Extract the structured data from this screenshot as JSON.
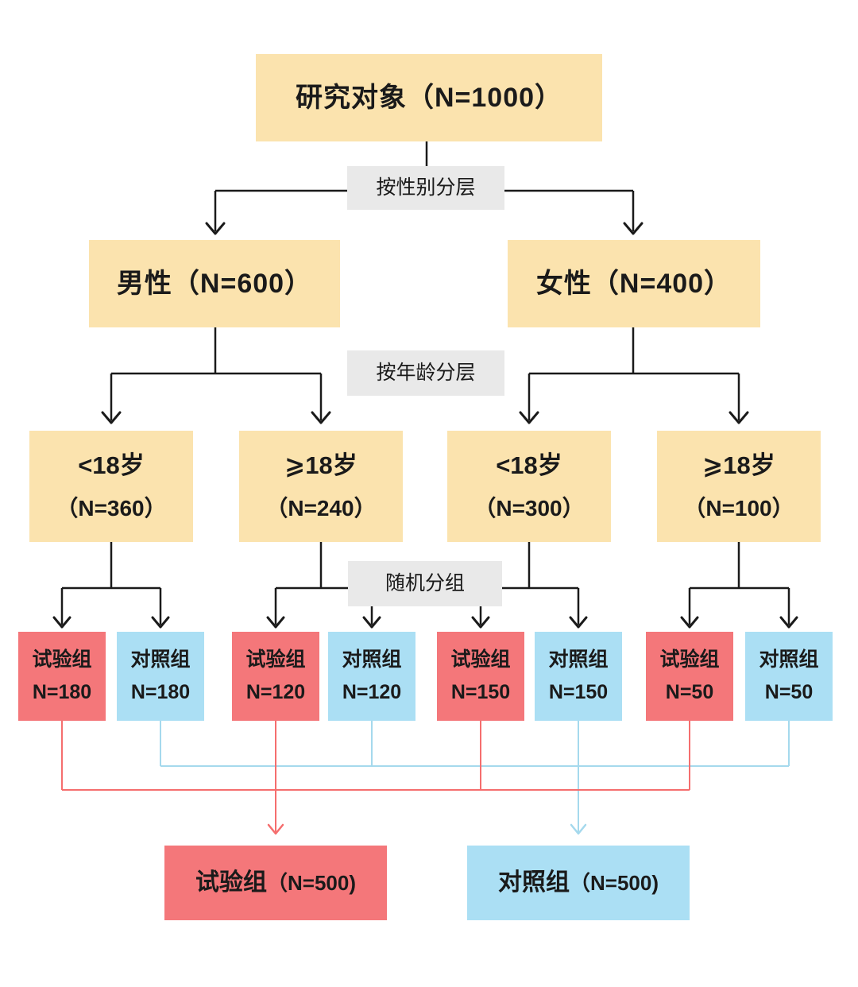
{
  "nodes": {
    "root": {
      "label": "研究对象（N=1000）"
    },
    "gender": [
      {
        "label": "男性（N=600）"
      },
      {
        "label": "女性（N=400）"
      }
    ],
    "age": [
      {
        "line1": "<18岁",
        "line2": "（N=360）"
      },
      {
        "line1": "⩾18岁",
        "line2": "（N=240）"
      },
      {
        "line1": "<18岁",
        "line2": "（N=300）"
      },
      {
        "line1": "⩾18岁",
        "line2": "（N=100）"
      }
    ],
    "groups": [
      {
        "line1": "试验组",
        "line2": "N=180",
        "type": "experiment"
      },
      {
        "line1": "对照组",
        "line2": "N=180",
        "type": "control"
      },
      {
        "line1": "试验组",
        "line2": "N=120",
        "type": "experiment"
      },
      {
        "line1": "对照组",
        "line2": "N=120",
        "type": "control"
      },
      {
        "line1": "试验组",
        "line2": "N=150",
        "type": "experiment"
      },
      {
        "line1": "对照组",
        "line2": "N=150",
        "type": "control"
      },
      {
        "line1": "试验组",
        "line2": "N=50",
        "type": "experiment"
      },
      {
        "line1": "对照组",
        "line2": "N=50",
        "type": "control"
      }
    ],
    "summary": [
      {
        "name": "试验组",
        "count": "（N=500)",
        "type": "experiment"
      },
      {
        "name": "对照组",
        "count": "（N=500)",
        "type": "control"
      }
    ]
  },
  "stage_labels": {
    "gender": "按性别分层",
    "age": "按年龄分层",
    "random": "随机分组"
  },
  "colors": {
    "background": "#FFFFFF",
    "node_fill": "#FBE3AE",
    "stage_label_fill": "#E9E9E9",
    "experiment_fill": "#F4777A",
    "control_fill": "#ABDFF4",
    "experiment_line": "#F56E6E",
    "control_line": "#A5D9ED",
    "connector_black": "#1A1A1A",
    "text": "#1A1A1A"
  }
}
